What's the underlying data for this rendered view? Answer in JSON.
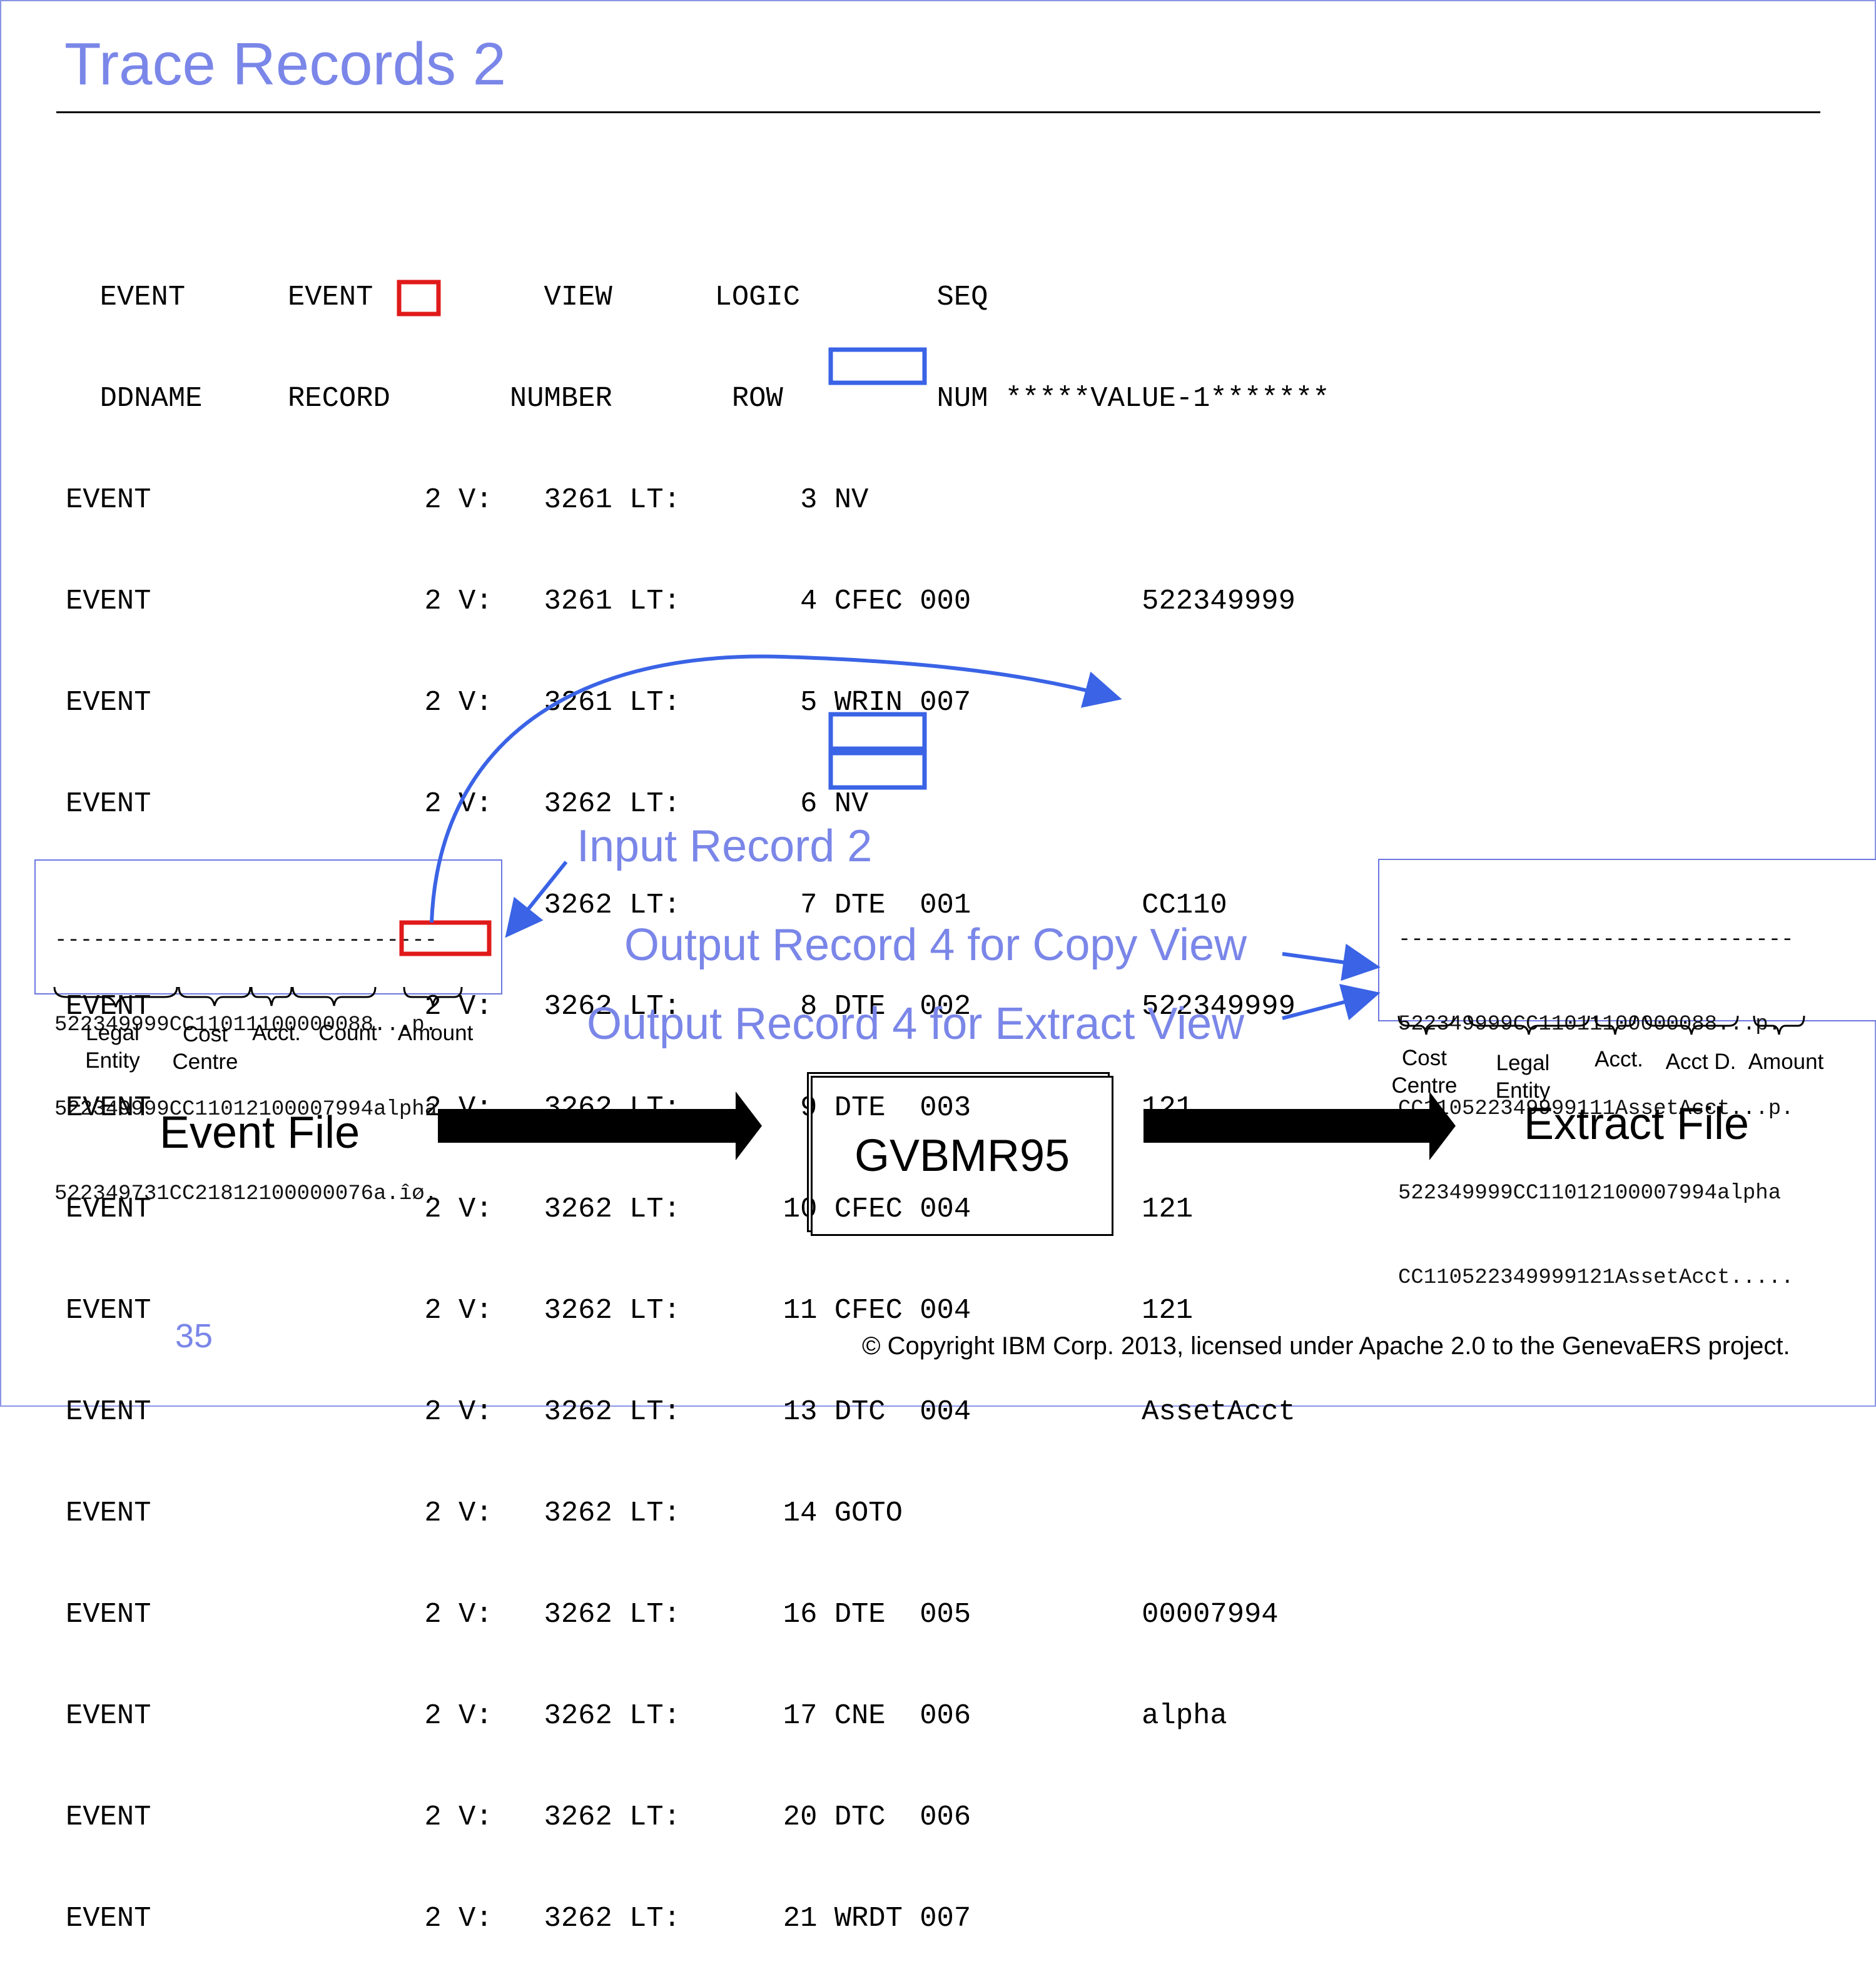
{
  "title": "Trace Records 2",
  "trace_header": [
    "  EVENT      EVENT          VIEW      LOGIC        SEQ",
    "  DDNAME     RECORD       NUMBER       ROW         NUM *****VALUE-1*******"
  ],
  "trace_rows": [
    "EVENT                2 V:   3261 LT:       3 NV",
    "EVENT                2 V:   3261 LT:       4 CFEC 000          522349999",
    "EVENT                2 V:   3261 LT:       5 WRIN 007",
    "EVENT                2 V:   3262 LT:       6 NV",
    "EVENT                2 V:   3262 LT:       7 DTE  001          CC110",
    "EVENT                2 V:   3262 LT:       8 DTE  002          522349999",
    "EVENT                2 V:   3262 LT:       9 DTE  003          121",
    "EVENT                2 V:   3262 LT:      10 CFEC 004          121",
    "EVENT                2 V:   3262 LT:      11 CFEC 004          121",
    "EVENT                2 V:   3262 LT:      13 DTC  004          AssetAcct",
    "EVENT                2 V:   3262 LT:      14 GOTO",
    "EVENT                2 V:   3262 LT:      16 DTE  005          00007994",
    "EVENT                2 V:   3262 LT:      17 CNE  006          alpha",
    "EVENT                2 V:   3262 LT:      20 DTC  006",
    "EVENT                2 V:   3262 LT:      21 WRDT 007"
  ],
  "event_file": {
    "lines": [
      "------------------------------",
      "522349999CC11011100000088...p.",
      "522349999CC11012100007994alpha",
      "522349731CC21812100000076a.îø."
    ],
    "fields": [
      "Legal Entity",
      "Cost Centre",
      "Acct.",
      "Count",
      "Amount"
    ],
    "label": "Event File"
  },
  "extract_file": {
    "lines": [
      "-------------------------------",
      "522349999CC11011100000088...p.",
      "CC110522349999111AssetAcct...p.",
      "522349999CC11012100007994alpha",
      "CC110522349999121AssetAcct....."
    ],
    "fields": [
      "Cost Centre",
      "Legal Entity",
      "Acct.",
      "Acct D.",
      "Amount"
    ],
    "label": "Extract File"
  },
  "annotations": {
    "input_record": "Input Record 2",
    "output_copy": "Output Record 4 for Copy View",
    "output_extract": "Output Record 4 for Extract View"
  },
  "program": "GVBMR95",
  "slide_number": "35",
  "copyright": "© Copyright IBM Corp. 2013, licensed under Apache 2.0 to the GenevaERS project.",
  "colors": {
    "accent_blue": "#7a86e8",
    "highlight_blue": "#3a63e6",
    "highlight_red": "#e01a1a"
  }
}
